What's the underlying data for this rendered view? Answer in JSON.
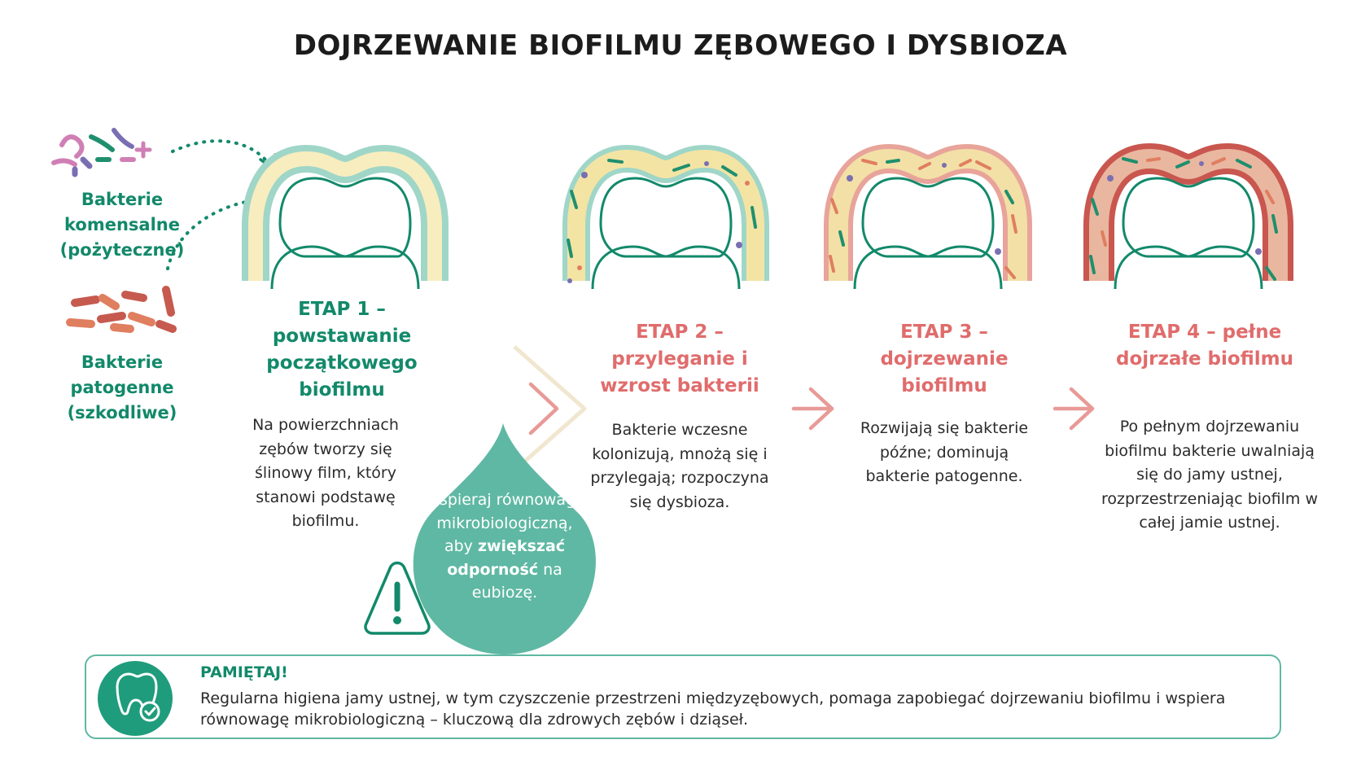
{
  "title": "DOJRZEWANIE BIOFILMU ZĘBOWEGO I DYSBIOZA",
  "commensal_label": "Bakterie komensalne (pożyteczne)",
  "pathogenic_label": "Bakterie patogenne (szkodliwe)",
  "stages": [
    {
      "title": "ETAP 1 – powstawanie początkowego biofilmu",
      "description": "Na powierzchniach zębów tworzy się ślinowy film, który stanowi podstawę biofilmu."
    },
    {
      "title": "ETAP 2 – przyleganie i wzrost bakterii",
      "description": "Bakterie wczesne kolonizują, mnożą się i przylegają; rozpoczyna się dysbioza."
    },
    {
      "title": "ETAP 3 – dojrzewanie biofilmu",
      "description": "Rozwijają się bakterie późne; dominują bakterie patogenne."
    },
    {
      "title": "ETAP 4 – pełne dojrzałe biofilmu",
      "description": "Po pełnym dojrzewaniu biofilmu bakterie uwalniają się do jamy ustnej, rozprzestrzeniając biofilm w całej jamie ustnej."
    }
  ],
  "callout": {
    "pre": "Wspieraj równowagę mikrobiologiczną, aby",
    "bold1": "zwiększać odporność",
    "post": "na eubiozę."
  },
  "remember": {
    "title": "PAMIĘTAJ!",
    "text": "Regularna higiena jamy ustnej, w tym czyszczenie przestrzeni międzyzębowych, pomaga zapobiegać dojrzewaniu biofilmu i wspiera równowagę mikrobiologiczną – kluczową dla zdrowych zębów i dziąseł."
  },
  "colors": {
    "green": "#12896a",
    "teal": "#5fb8a3",
    "red": "#e06c6c",
    "cream": "#f8edbe"
  }
}
